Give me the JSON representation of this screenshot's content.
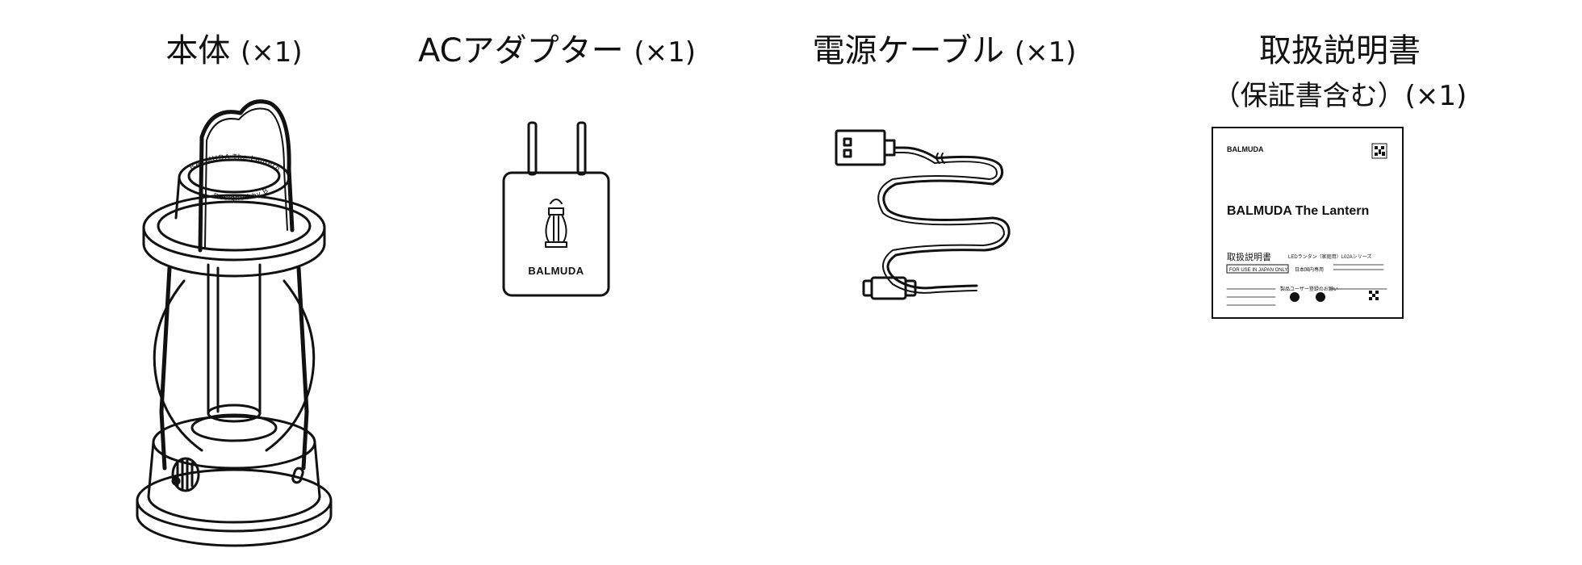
{
  "items": [
    {
      "name": "本体",
      "count": "(×1)"
    },
    {
      "name": "ACアダプター",
      "count": "(×1)"
    },
    {
      "name": "電源ケーブル",
      "count": "(×1)"
    },
    {
      "name": "取扱説明書",
      "subtitle": "（保証書含む）",
      "count": "(×1)"
    }
  ],
  "lantern": {
    "top_text": "BALMUDA The Lantern",
    "bottom_text": "Designed by BALMUDA"
  },
  "adapter": {
    "brand": "BALMUDA"
  },
  "manual": {
    "brand": "BALMUDA",
    "title": "BALMUDA The Lantern",
    "heading": "取扱説明書",
    "model": "LEDランタン（家庭用）L02Aシリーズ",
    "domestic": "日本国内専用",
    "japan_only": "FOR USE IN JAPAN ONLY",
    "registration": "製品ユーザー登録のお願い"
  },
  "colors": {
    "ink": "#111111",
    "paper": "#ffffff"
  }
}
